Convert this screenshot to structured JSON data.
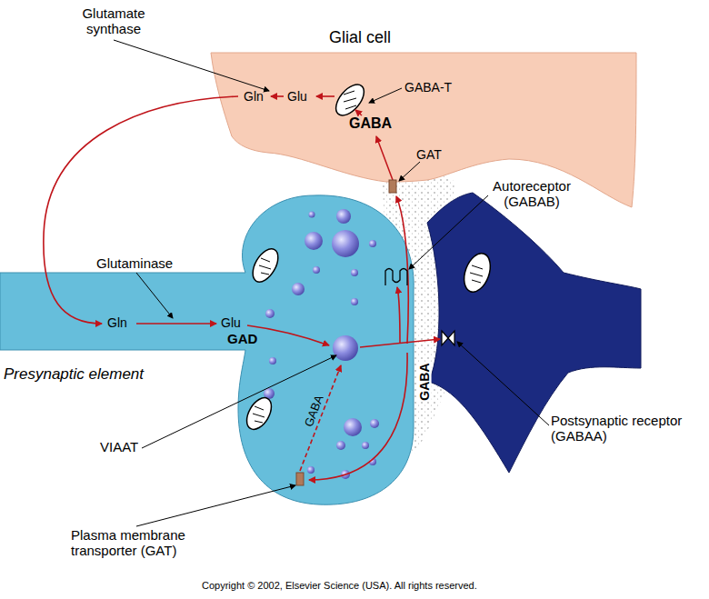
{
  "diagram": {
    "nodes": [
      {
        "text": [
          "Glial cell",
          "Gln",
          "Glu",
          "GABA",
          "GABA-T"
        ]
      },
      {
        "text": [
          "Gln",
          "Glu",
          "GAD",
          "GABA",
          "Presynaptic element"
        ]
      }
    ],
    "labels": [
      "Glutamate synthase",
      "GAT",
      "Autoreceptor (GABAB)",
      "Glutaminase",
      "VIAAT",
      "GABA",
      "Postsynaptic receptor (GABAA)",
      "Plasma membrane transporter (GAT)",
      "Copyright © 2002, Elsevier Science (USA). All rights reserved."
    ]
  }
}
